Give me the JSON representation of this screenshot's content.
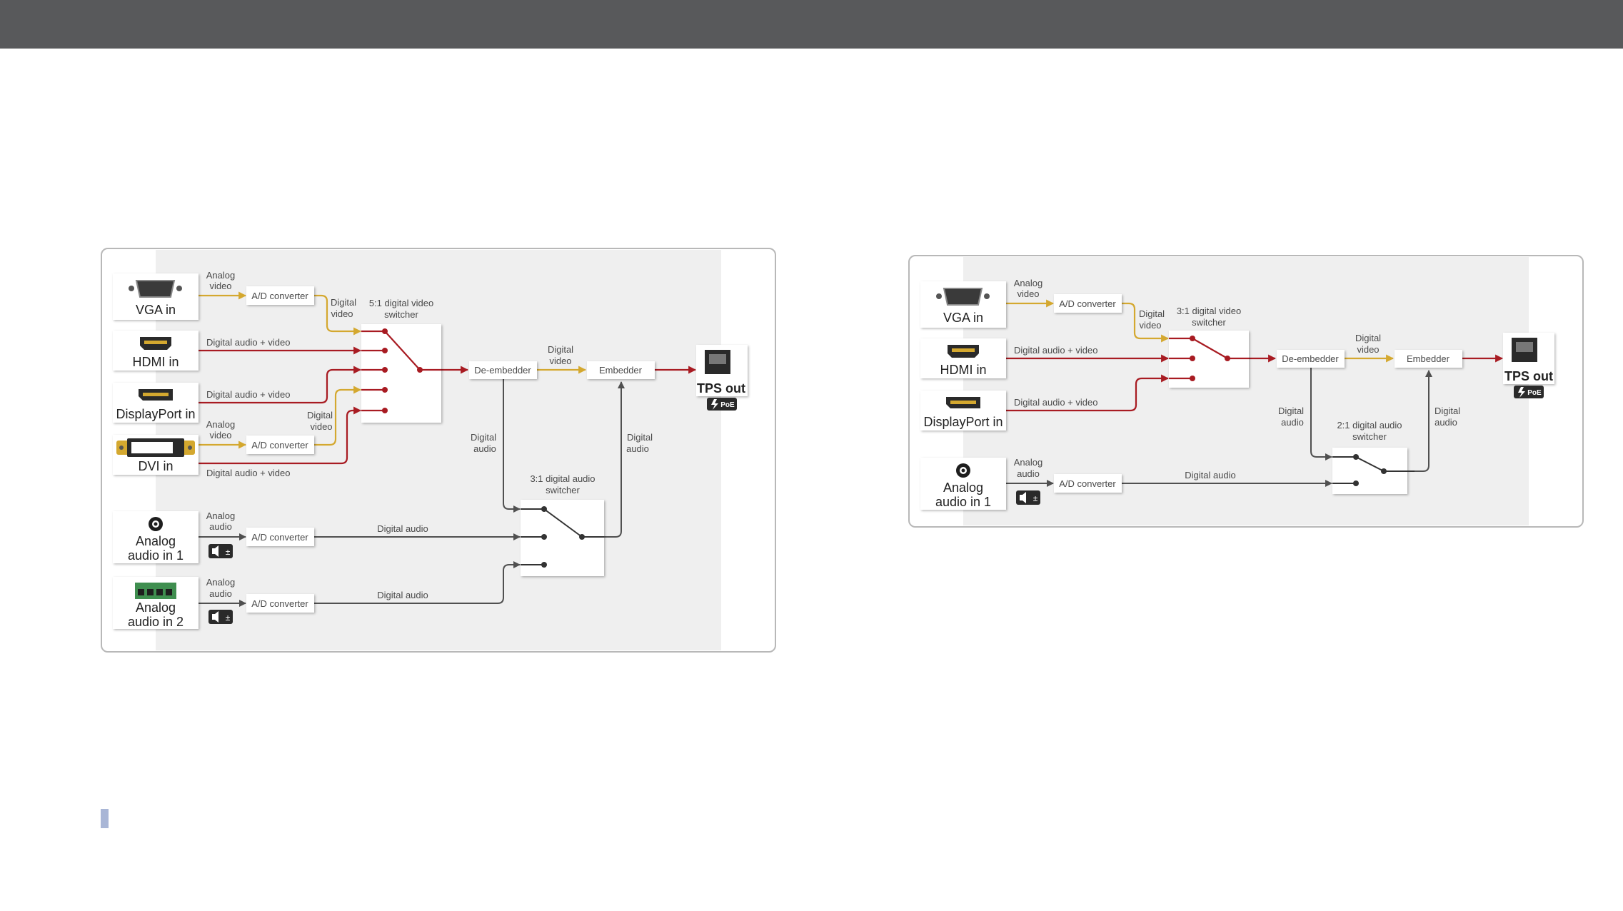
{
  "colors": {
    "topbar": "#58595b",
    "digital_wire": "#a81b22",
    "analog_wire": "#d4a82f",
    "audio_wire": "#505050",
    "panel_bg": "#efefef",
    "footer_marker": "#a9b6d6"
  },
  "diagram1": {
    "inputs": {
      "vga": "VGA in",
      "hdmi": "HDMI in",
      "dp": "DisplayPort in",
      "dvi": "DVI in",
      "audio1_line1": "Analog",
      "audio1_line2": "audio in 1",
      "audio2_line1": "Analog",
      "audio2_line2": "audio in 2"
    },
    "labels": {
      "analog": "Analog",
      "video": "video",
      "audio": "audio",
      "digital": "Digital",
      "digital_audio_video": "Digital audio + video",
      "digital_audio": "Digital audio",
      "ad_converter": "A/D converter",
      "video_switcher_line1": "5:1 digital video",
      "video_switcher_line2": "switcher",
      "audio_switcher_line1": "3:1 digital audio",
      "audio_switcher_line2": "switcher",
      "de_embedder": "De-embedder",
      "embedder": "Embedder",
      "tps_out": "TPS out",
      "poe": "PoE"
    }
  },
  "diagram2": {
    "inputs": {
      "vga": "VGA in",
      "hdmi": "HDMI in",
      "dp": "DisplayPort in",
      "audio1_line1": "Analog",
      "audio1_line2": "audio in 1"
    },
    "labels": {
      "analog": "Analog",
      "video": "video",
      "audio": "audio",
      "digital": "Digital",
      "digital_audio_video": "Digital audio + video",
      "digital_audio": "Digital audio",
      "ad_converter": "A/D converter",
      "video_switcher_line1": "3:1 digital video",
      "video_switcher_line2": "switcher",
      "audio_switcher_line1": "2:1 digital audio",
      "audio_switcher_line2": "switcher",
      "de_embedder": "De-embedder",
      "embedder": "Embedder",
      "tps_out": "TPS out",
      "poe": "PoE"
    }
  }
}
